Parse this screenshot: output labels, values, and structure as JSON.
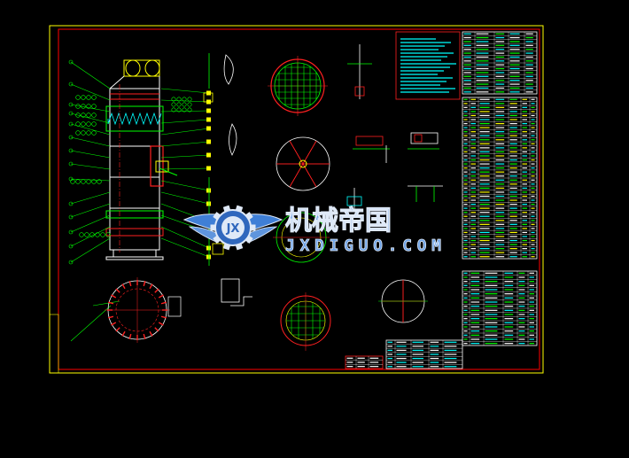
{
  "colors": {
    "background": "#000000",
    "frame_outer": "#ffff00",
    "frame_inner": "#ff0000",
    "linework_white": "#ffffff",
    "linework_green": "#00ff00",
    "linework_cyan": "#00ffff",
    "linework_red": "#ff2020",
    "linework_yellow": "#ffff00",
    "linework_magenta": "#ff00ff",
    "watermark_blue": "#3f7fd6",
    "watermark_light": "#dfe9f7"
  },
  "watermark": {
    "title_cn": "机械帝国",
    "url": "JXDIGUO.COM",
    "logo_letters": "JX",
    "icon": "winged-gear-logo"
  },
  "drawing": {
    "kind": "CAD engineering drawing",
    "subject": "tower / column assembly with section views, detail views, notes and parts table"
  }
}
